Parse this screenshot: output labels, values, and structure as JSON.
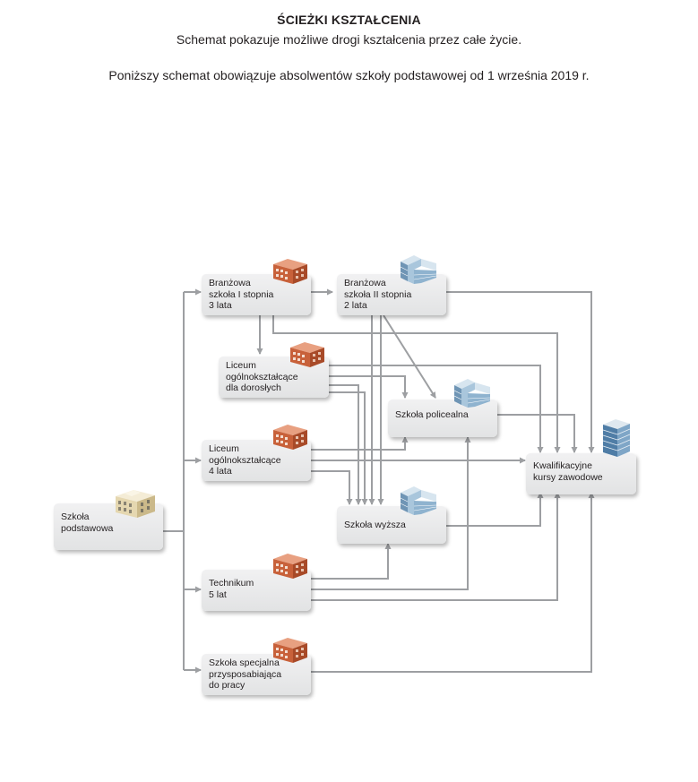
{
  "header": {
    "title": "ŚCIEŻKI KSZTAŁCENIA",
    "subtitle": "Schemat pokazuje możliwe drogi kształcenia przez całe życie.",
    "note": "Poniższy schemat obowiązuje absolwentów szkoły podstawowej od 1 września 2019 r."
  },
  "nodes": {
    "podstawowa": "Szkoła\npodstawowa",
    "branzowa1": "Branżowa\nszkoła I stopnia\n3 lata",
    "branzowa2": "Branżowa\nszkoła II stopnia\n2 lata",
    "lo_dorosli": "Liceum\nogólnokształcące\ndla dorosłych",
    "policealna": "Szkoła policealna",
    "liceum": "Liceum\nogólnokształcące\n4 lata",
    "kursy": "Kwalifikacyjne\nkursy zawodowe",
    "wyzsza": "Szkoła wyższa",
    "technikum": "Technikum\n5 lat",
    "specjalna": "Szkoła specjalna\nprzysposabiająca\ndo pracy"
  },
  "colors": {
    "arrow": "#9d9fa2",
    "node_fill": "#e6e7e8",
    "brick": "#c8613a",
    "glass": "#8fb3cf"
  },
  "icons": {
    "brick": "brick-building-icon",
    "glass": "glass-office-icon",
    "classic": "classic-building-icon",
    "tower": "office-tower-icon"
  }
}
